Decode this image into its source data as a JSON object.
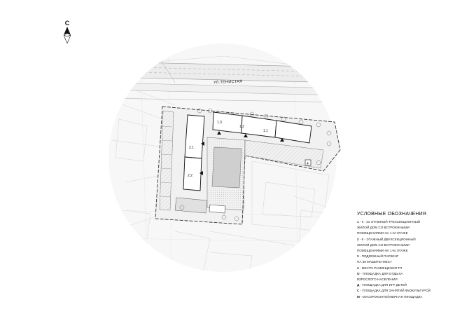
{
  "north": {
    "letter": "С"
  },
  "map": {
    "street_label": "УЛ.ТЕНИСТАЯ"
  },
  "building_labels": [
    "1.3",
    "1.2",
    "1.1",
    "2.1",
    "2.2"
  ],
  "plot_marker": "4",
  "legend": {
    "title": "УСЛОВНЫЕ ОБОЗНАЧЕНИЯ",
    "items": [
      {
        "key": "1",
        "text": "- 9 - 23 ЭТАЖНЫЙ ТРЕХСЕКЦИОННЫЙ"
      },
      {
        "key": "",
        "text": "ЖИЛОЙ ДОМ СО ВСТРОЕННЫМИ"
      },
      {
        "key": "",
        "text": "ПОМЕЩЕНИЯМИ НА 1-М ЭТАЖЕ"
      },
      {
        "key": "2",
        "text": "- 9 - ЭТАЖНЫЙ ДВУХСЕКЦИОННЫЙ"
      },
      {
        "key": "",
        "text": "ЖИЛОЙ ДОМ СО ВСТРОЕННЫМИ"
      },
      {
        "key": "",
        "text": "ПОМЕЩЕНИЯМИ НА 1-М ЭТАЖЕ"
      },
      {
        "key": "3",
        "text": "- ПОДЗЕМНЫЙ ПАРКИНГ"
      },
      {
        "key": "",
        "text": "НА 38 МАШИНО-МЕСТ"
      },
      {
        "key": "4",
        "text": "- МЕСТО РАЗМЕЩЕНИЯ ТП"
      },
      {
        "key": "О",
        "text": "- ПЛОЩАДКА ДЛЯ ОТДЫХА"
      },
      {
        "key": "",
        "text": "ВЗРОСЛОГО НАСЕЛЕНИЯ"
      },
      {
        "key": "Д",
        "text": "- ПЛОЩАДКА ДЛЯ ИГР ДЕТЕЙ"
      },
      {
        "key": "С",
        "text": "- ПЛОЩАДКА ДЛЯ ЗАНЯТИЙ ФИЗКУЛЬТУРОЙ"
      },
      {
        "key": "М",
        "text": "- МУСОРОКОНТЕЙНЕРНАЯ ПЛОЩАДКА"
      }
    ]
  }
}
